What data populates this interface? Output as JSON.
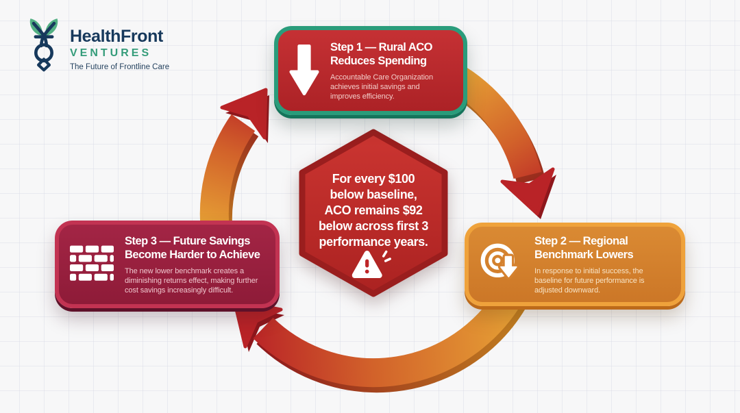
{
  "brand": {
    "name": "HealthFront",
    "division": "VENTURES",
    "tagline": "The Future of Frontline Care",
    "colors": {
      "navy": "#17395c",
      "green": "#359c7a",
      "leaf_green": "#53b083"
    }
  },
  "center_callout": {
    "lines": [
      "For every $100",
      "below baseline,",
      "ACO remains $92",
      "below across first 3",
      "performance years."
    ],
    "icon": "warning-triangle-icon",
    "fill_color": "#c22c29",
    "edge_color": "#9a1e1e"
  },
  "steps": [
    {
      "title_lines": [
        "Step 1 — Rural ACO",
        "Reduces Spending"
      ],
      "body_lines": [
        "Accountable Care Organization",
        "achieves initial savings and",
        "improves efficiency."
      ],
      "icon": "arrow-down-icon",
      "card_color": "#bc2a2e",
      "rim_color": "#2a9c7b"
    },
    {
      "title_lines": [
        "Step 2 — Regional",
        "Benchmark Lowers"
      ],
      "body_lines": [
        "In response to initial success, the",
        "baseline for future performance is",
        "adjusted downward."
      ],
      "icon": "target-arrow-icon",
      "card_color": "#d5812e",
      "rim_color": "#efa23b"
    },
    {
      "title_lines": [
        "Step 3 — Future Savings",
        "Become Harder to Achieve"
      ],
      "body_lines": [
        "The new lower benchmark creates a",
        "diminishing returns effect, making further",
        "cost savings increasingly difficult."
      ],
      "icon": "brick-wall-icon",
      "card_color": "#9c2140",
      "rim_color": "#c23352"
    }
  ],
  "cycle_arrows": {
    "direction": "clockwise",
    "gradient_start_color": "#e49a31",
    "gradient_end_color": "#b92327"
  }
}
